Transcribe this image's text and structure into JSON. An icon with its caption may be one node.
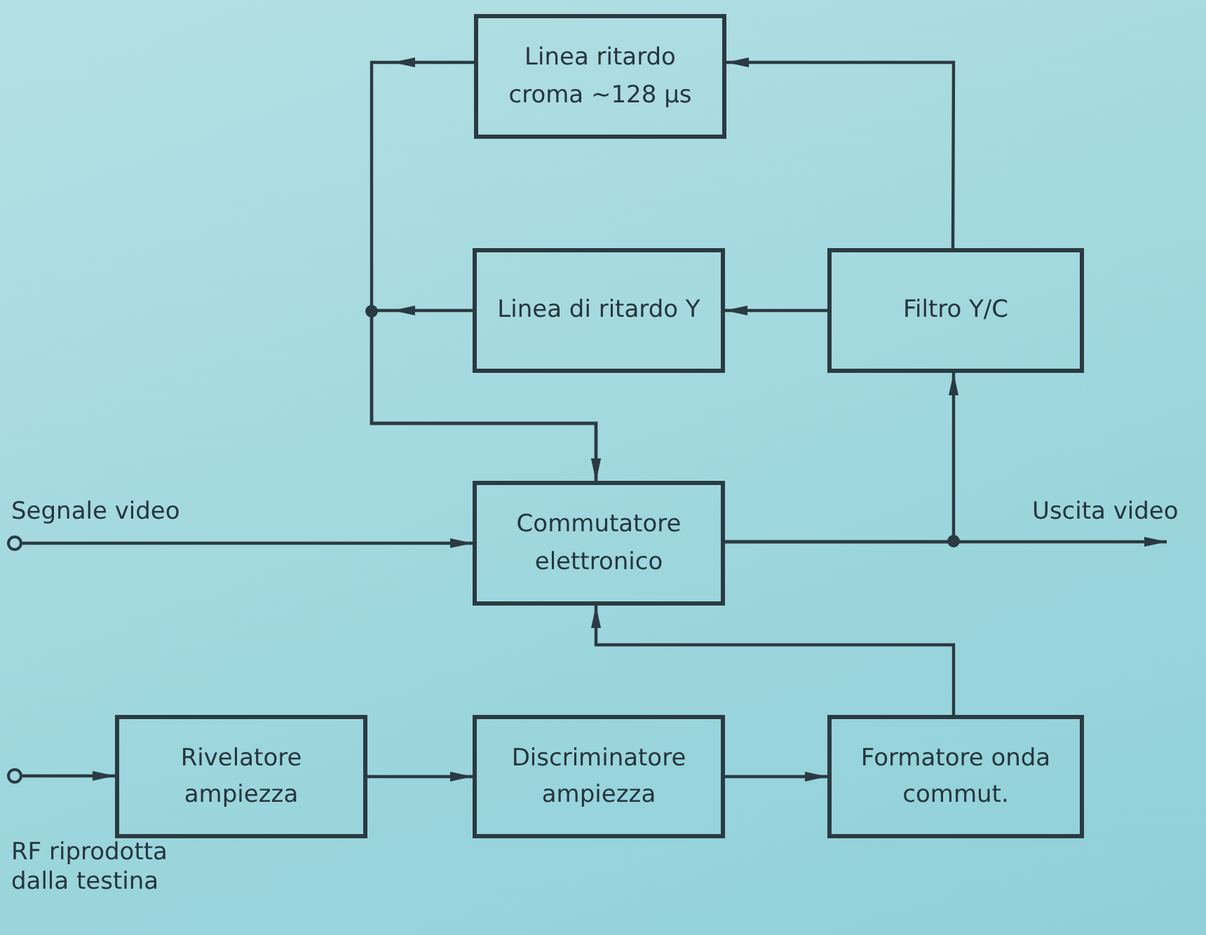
{
  "diagram": {
    "nodes": [
      {
        "text": [
          "Linea ritardo croma ~128 µs"
        ]
      },
      {
        "text": [
          "Linea di ritardo Y"
        ]
      },
      {
        "text": [
          "Filtro Y/C"
        ]
      },
      {
        "text": [],
        "shape": "circle",
        "beside": [
          "Segnale video"
        ]
      },
      {
        "text": [
          "Commutatore elettronico"
        ]
      },
      {
        "text": [],
        "shape": "circle"
      },
      {
        "text": [
          "Rivelatore ampiezza"
        ]
      },
      {
        "text": [
          "Discriminatore ampiezza"
        ]
      },
      {
        "text": [
          "Formatore onda commut."
        ]
      },
      {
        "text": [
          "Uscita video"
        ]
      }
    ],
    "edges": [
      {
        "from": 2,
        "to": 0,
        "arrow": "to"
      },
      {
        "from": 2,
        "to": 1,
        "arrow": "to"
      },
      {
        "from": 0,
        "to": 4,
        "arrow": "to"
      },
      {
        "from": 1,
        "to": 4,
        "arrow": "to"
      },
      {
        "from": 3,
        "to": 4,
        "arrow": "to"
      },
      {
        "from": 4,
        "to": 9,
        "arrow": "to"
      },
      {
        "from": 4,
        "to": 2,
        "arrow": "to"
      },
      {
        "from": 5,
        "to": 6,
        "arrow": "to"
      },
      {
        "from": 6,
        "to": 7,
        "arrow": "to"
      },
      {
        "from": 7,
        "to": 8,
        "arrow": "to"
      },
      {
        "from": 8,
        "to": 4,
        "arrow": "to"
      }
    ],
    "labels": [
      "RF riprodotta dalla testina"
    ]
  }
}
